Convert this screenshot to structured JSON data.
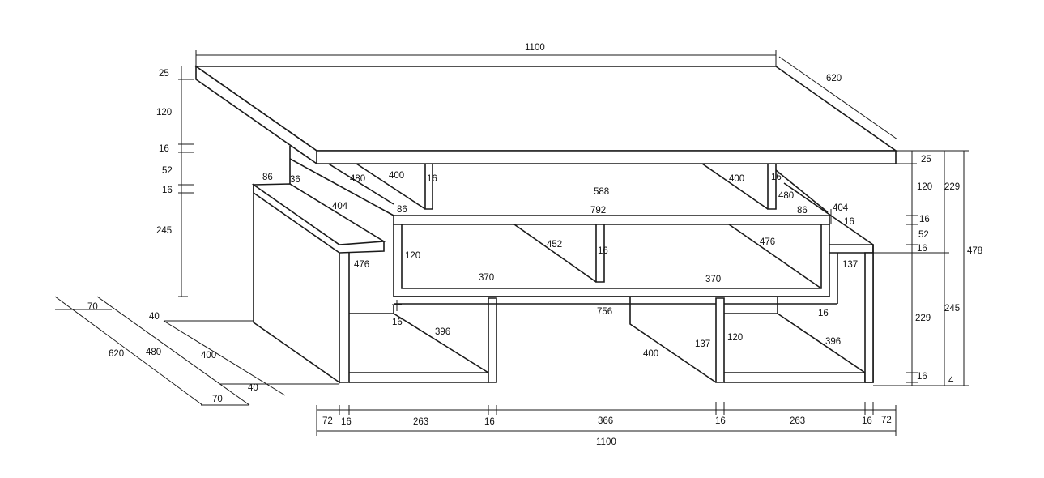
{
  "drawing": {
    "line_color": "#1a1a1a",
    "top_dimensions": {
      "width": "1100",
      "depth": "620",
      "thickness": "25"
    },
    "left_height_dims": {
      "top": "25",
      "gap": "120",
      "shelf": "16",
      "middle_gap": "52",
      "shelf2": "16",
      "base_gap": "245"
    },
    "left_footprint_dims": {
      "a": "70",
      "b": "40",
      "c": "620",
      "d": "480",
      "e": "400",
      "f": "40",
      "g": "70"
    },
    "upper_labels": {
      "side_depth": "86",
      "side_offset": "36",
      "side_len": "480",
      "brace_left": "400",
      "brace_left_t": "16",
      "center_depth": "588",
      "brace_right": "400",
      "brace_right_t": "16",
      "right_len": "480",
      "right_side": "404",
      "left_side": "404",
      "shelf_depth_l": "86",
      "shelf_len": "792",
      "shelf_depth_r": "86",
      "shelf_t": "16"
    },
    "middle_labels": {
      "left_post": "476",
      "box_height": "120",
      "diag_a": "452",
      "div_t": "16",
      "diag_b": "476",
      "right_box": "137",
      "left_span": "370",
      "right_span": "370",
      "bottom_len": "756",
      "bottom_t_l": "16",
      "bottom_t_r": "16"
    },
    "lower_labels": {
      "diag_l": "396",
      "diag_m": "400",
      "post_h": "137",
      "post_h2": "120",
      "diag_r": "396"
    },
    "right_height_dims": {
      "top": "25",
      "gap": "120",
      "shelf": "16",
      "middle_gap": "52",
      "shelf2": "16",
      "lower": "229",
      "base": "16",
      "foot": "4",
      "sum_upper": "229",
      "sum_lower": "245",
      "total": "478"
    },
    "bottom_dims": {
      "segments": [
        "72",
        "16",
        "263",
        "16",
        "366",
        "16",
        "263",
        "16",
        "72"
      ],
      "total": "1100"
    }
  }
}
